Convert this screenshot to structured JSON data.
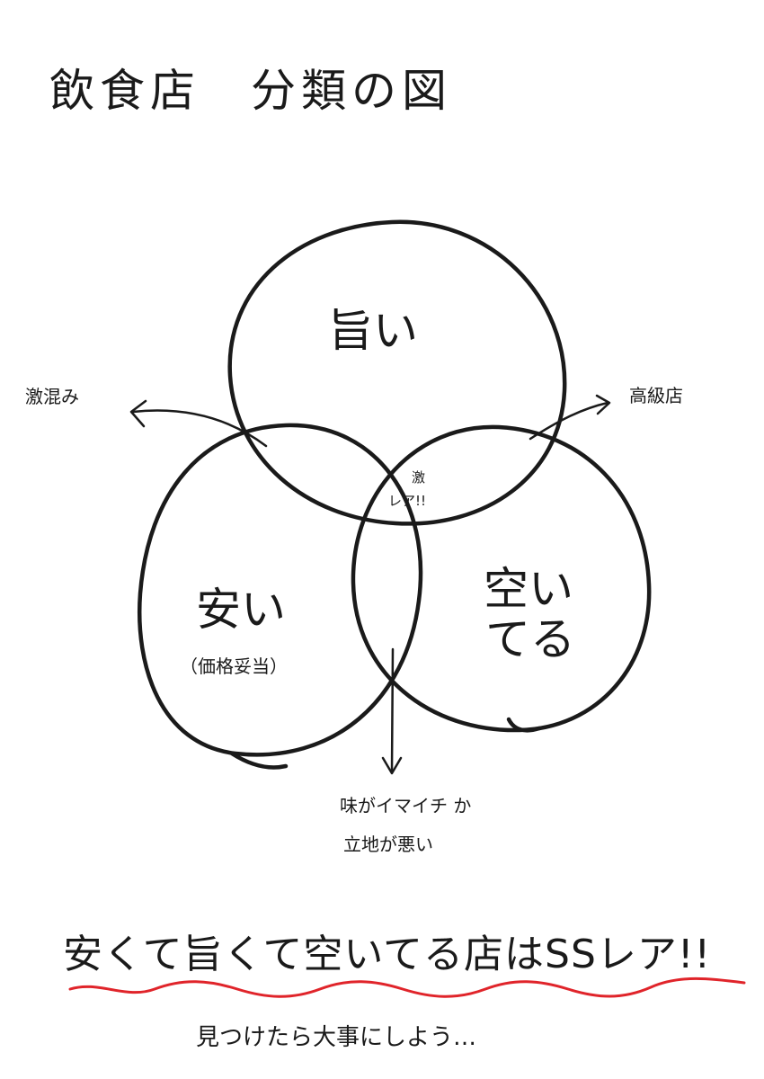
{
  "title": "飲食店　分類の図",
  "circles": {
    "top_label": "旨い",
    "left_label": "安い",
    "left_sub_label": "（価格妥当）",
    "right_label_line1": "空い",
    "right_label_line2": "てる"
  },
  "center": {
    "line1": "激",
    "line2": "レア!!"
  },
  "arrows": {
    "left_target": "激混み",
    "right_target": "高級店",
    "down_target_line1": "味がイマイチ か",
    "down_target_line2": "立地が悪い"
  },
  "footer": {
    "headline": "安くて旨くて空いてる店はSSレア!!",
    "subline": "見つけたら大事にしよう…"
  },
  "colors": {
    "ink": "#1a1a1a",
    "underline": "#e0242a"
  }
}
